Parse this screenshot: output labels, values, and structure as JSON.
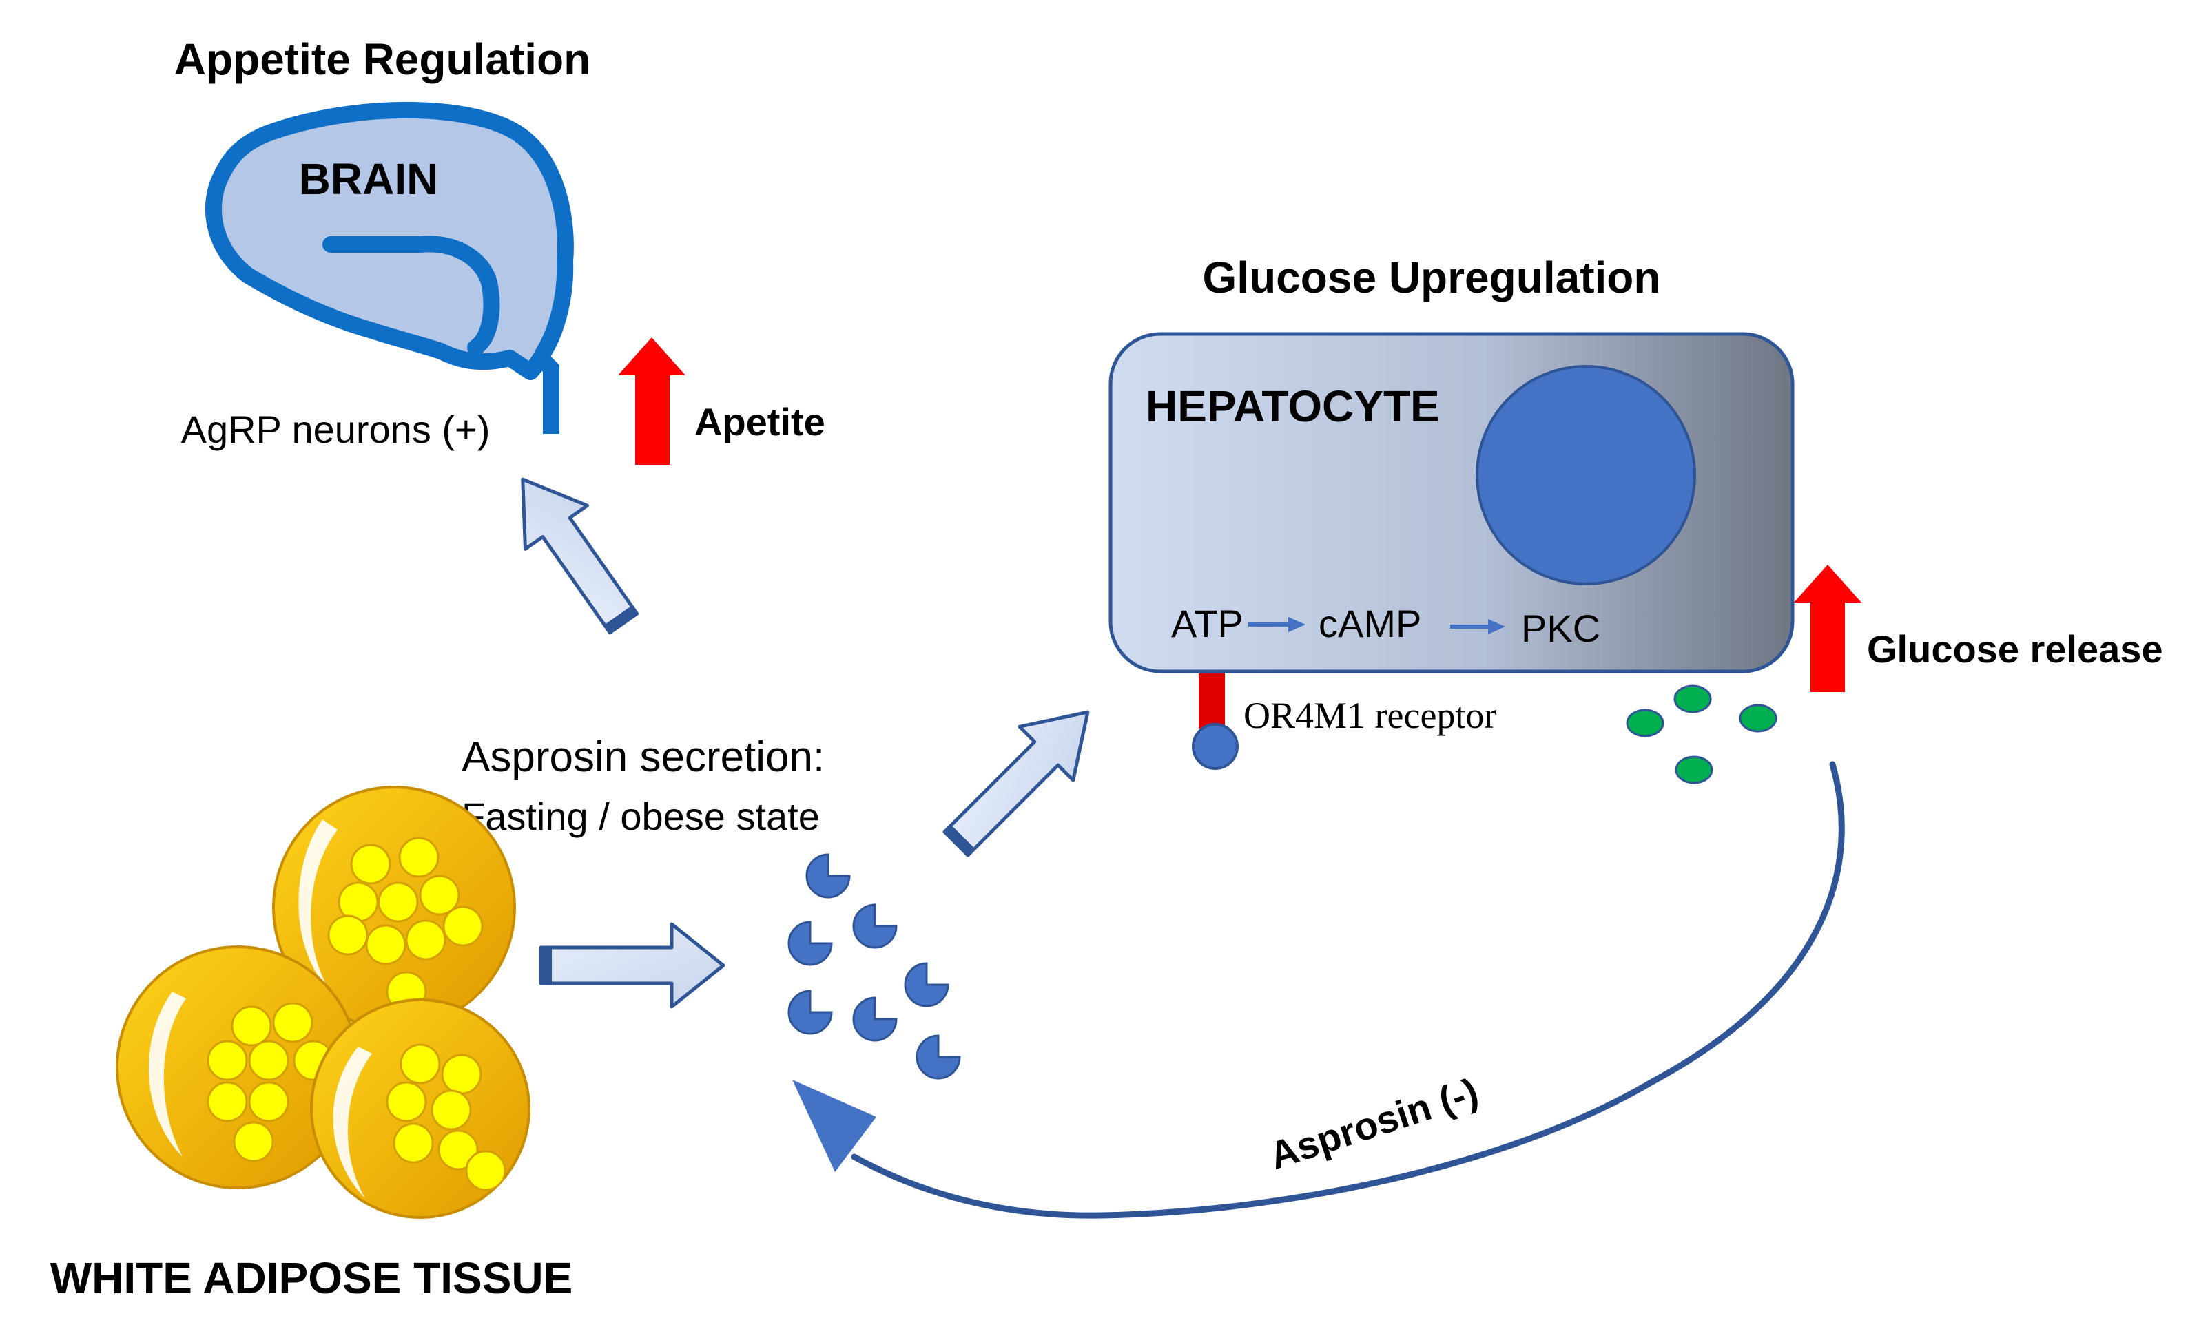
{
  "title_appetite": "Appetite Regulation",
  "title_glucose": "Glucose Upregulation",
  "brain_label": "BRAIN",
  "agrp_label": "AgRP neurons (+)",
  "apetite_label": "Apetite",
  "hepatocyte_label": "HEPATOCYTE",
  "pathway": {
    "step1": "ATP",
    "step2": "cAMP",
    "step3": "PKC"
  },
  "receptor_label": "OR4M1 receptor",
  "glucose_release_label": "Glucose release",
  "secretion_title": "Asprosin secretion:",
  "secretion_subtitle": "Fasting / obese state",
  "feedback_label": "Asprosin (-)",
  "adipose_label": "WHITE ADIPOSE TISSUE",
  "colors": {
    "brain_stroke": "#0f6fc6",
    "brain_fill": "#b4c7e7",
    "hepatocyte_edge": "#2f5597",
    "nucleus": "#4472c4",
    "up_arrow": "#ff0000",
    "asprosin": "#4472c4",
    "glucose": "#00b050",
    "adipocyte_shell": "#f2b705",
    "lipid_droplet": "#ffff00",
    "feedback_arrow": "#2f5597"
  }
}
